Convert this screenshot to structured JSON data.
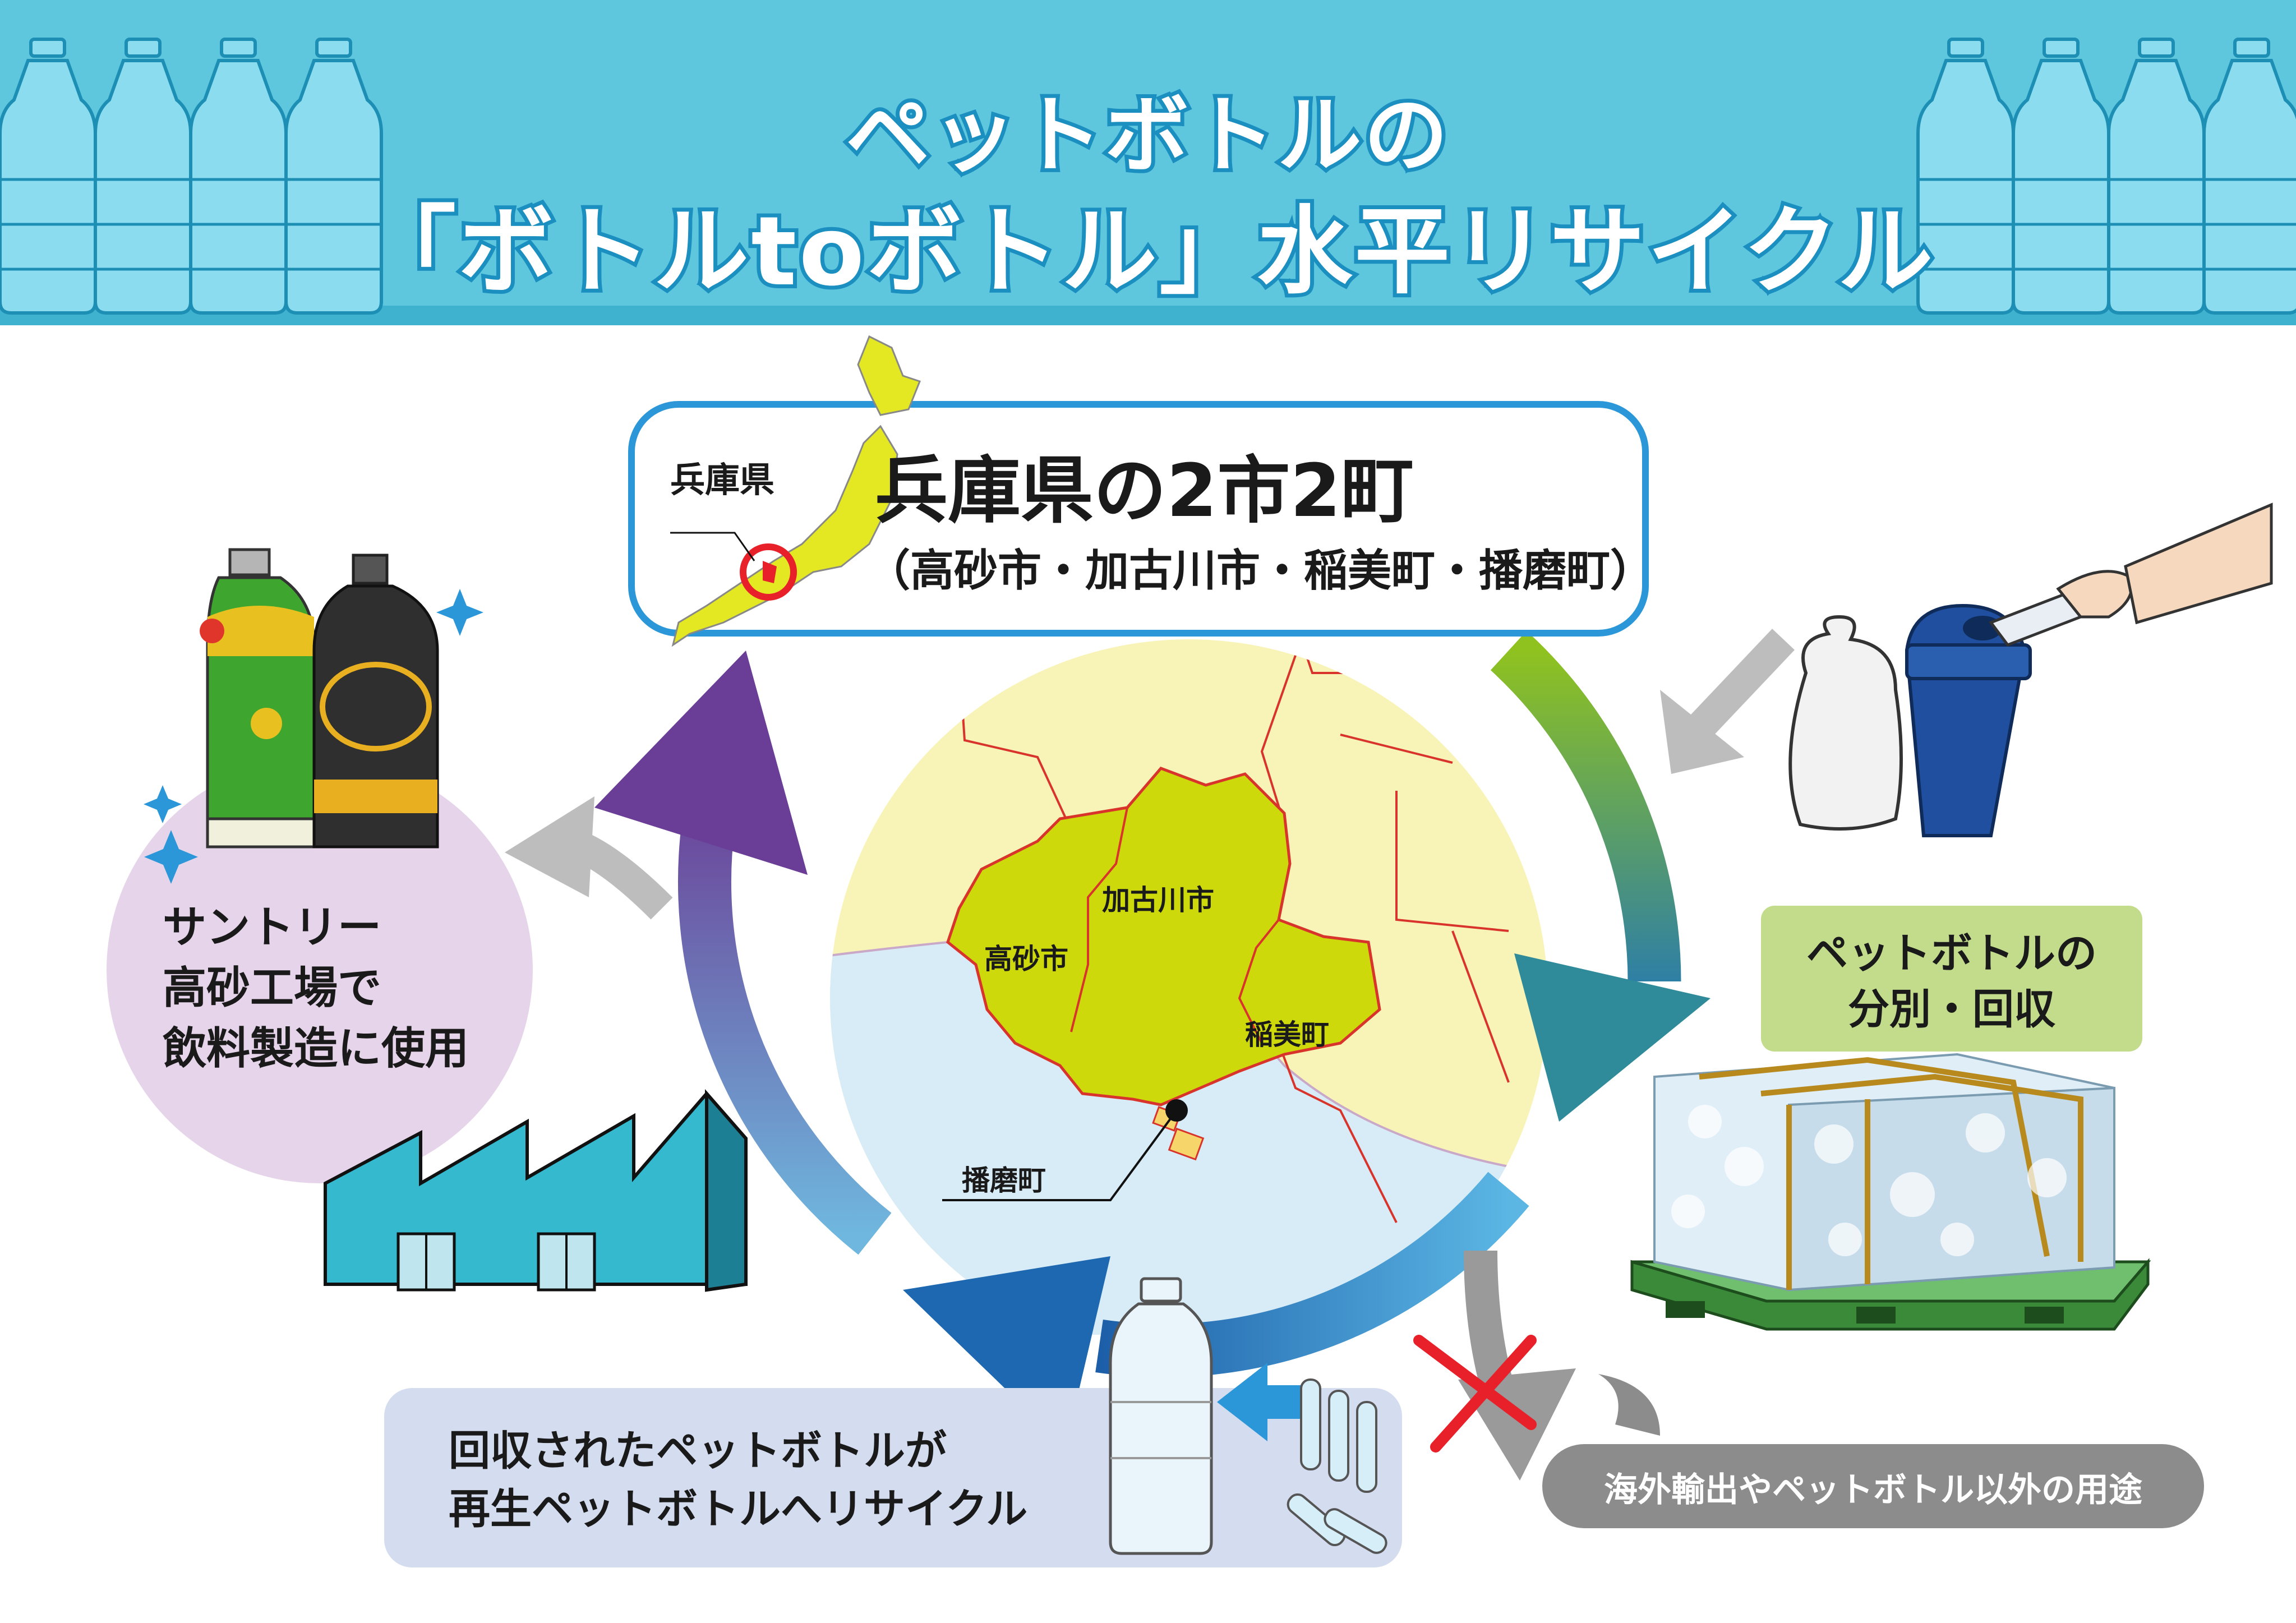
{
  "header": {
    "title_line1": "ペットボトルの",
    "title_line2": "「ボトルtoボトル」水平リサイクル"
  },
  "region": {
    "title": "兵庫県の2市2町",
    "subtitle": "（高砂市・加古川市・稲美町・播磨町）",
    "prefecture_label": "兵庫県"
  },
  "map_labels": {
    "takasago": "高砂市",
    "kakogawa": "加古川市",
    "inami": "稲美町",
    "harima": "播磨町"
  },
  "steps": {
    "sorting": [
      "ペットボトルの",
      "分別・回収"
    ],
    "factory": [
      "サントリー",
      "高砂工場で",
      "飲料製造に使用"
    ],
    "recycle": [
      "回収されたペットボトルが",
      "再生ペットボトルへリサイクル"
    ],
    "export": "海外輸出やペットボトル以外の用途"
  },
  "colors": {
    "header_bg": "#5ec7dd",
    "title_outline": "#1a8fc0",
    "arrow_green": "#6bb22d",
    "arrow_purple": "#6b3b94",
    "arrow_blue": "#1e6fb5",
    "map_highlight": "#cdd90a",
    "map_land": "#f8f4b8",
    "map_sea": "#d8ecf7",
    "export_x": "#e8202a"
  },
  "icons": {
    "header_bottles": "plastic-bottle-icon",
    "bin": "trash-bin-icon",
    "bag": "garbage-bag-icon",
    "bale": "compressed-bottle-bale-icon",
    "factory": "factory-icon",
    "drinks": "beverage-bottles-icon",
    "preform": "bottle-preform-icon",
    "sparkle": "sparkle-icon",
    "japan": "japan-map-icon",
    "cross": "cross-mark-icon"
  }
}
